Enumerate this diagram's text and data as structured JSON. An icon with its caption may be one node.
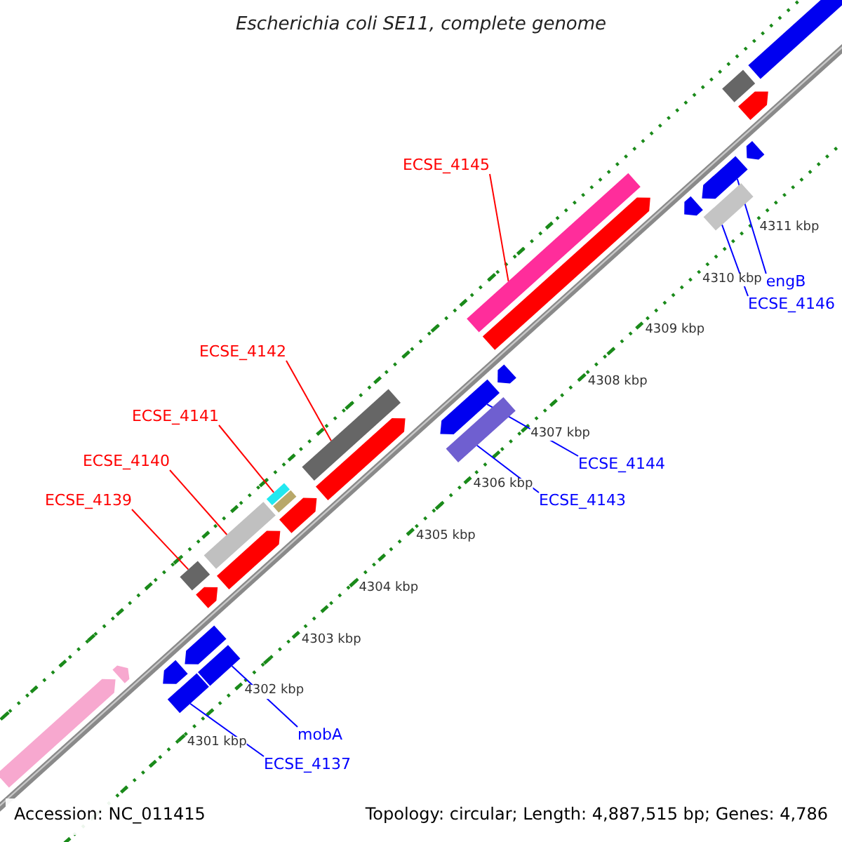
{
  "diagram": {
    "title": "Escherichia coli SE11, complete genome",
    "nodes": [
      {
        "text": [
          "ECSE_4145"
        ]
      },
      {
        "text": [
          "ECSE_4142"
        ]
      },
      {
        "text": [
          "ECSE_4141"
        ]
      },
      {
        "text": [
          "ECSE_4140"
        ]
      },
      {
        "text": [
          "ECSE_4139"
        ]
      },
      {
        "text": [
          "engB"
        ]
      },
      {
        "text": [
          "ECSE_4146"
        ]
      },
      {
        "text": [
          "ECSE_4144"
        ]
      },
      {
        "text": [
          "ECSE_4143"
        ]
      },
      {
        "text": [
          "mobA"
        ]
      },
      {
        "text": [
          "ECSE_4137"
        ]
      },
      {
        "text": [],
        "shape": "bar"
      },
      {
        "text": [],
        "shape": "bar"
      },
      {
        "text": [],
        "shape": "bar"
      },
      {
        "text": [],
        "shape": "bar"
      },
      {
        "text": [],
        "shape": "bar"
      },
      {
        "text": [],
        "shape": "arrow"
      },
      {
        "text": [],
        "shape": "bar"
      },
      {
        "text": [],
        "shape": "arrow"
      },
      {
        "text": [],
        "shape": "bar"
      },
      {
        "text": [],
        "shape": "bar"
      },
      {
        "text": [],
        "shape": "bar"
      },
      {
        "text": [],
        "shape": "arrow"
      },
      {
        "text": [],
        "shape": "arrow"
      },
      {
        "text": [],
        "shape": "arrow"
      },
      {
        "text": [],
        "shape": "arrow"
      },
      {
        "text": [],
        "shape": "arrow"
      },
      {
        "text": [],
        "shape": "arrow"
      },
      {
        "text": [],
        "shape": "arrow"
      },
      {
        "text": [],
        "shape": "arrow"
      },
      {
        "text": [],
        "shape": "bar"
      },
      {
        "text": [],
        "shape": "bar"
      },
      {
        "text": [],
        "shape": "arrow"
      },
      {
        "text": [],
        "shape": "arrow"
      },
      {
        "text": [],
        "shape": "arrow"
      },
      {
        "text": [],
        "shape": "arrow"
      },
      {
        "text": [],
        "shape": "arrow"
      },
      {
        "text": [],
        "shape": "arrow"
      }
    ],
    "edges": [
      {
        "from": 0,
        "to": 11,
        "arrow": "none",
        "color": "#ff0000"
      },
      {
        "from": 1,
        "to": 12,
        "arrow": "none",
        "color": "#ff0000"
      },
      {
        "from": 2,
        "to": 13,
        "arrow": "none",
        "color": "#ff0000"
      },
      {
        "from": 3,
        "to": 14,
        "arrow": "none",
        "color": "#ff0000"
      },
      {
        "from": 4,
        "to": 15,
        "arrow": "none",
        "color": "#ff0000"
      },
      {
        "from": 5,
        "to": 16,
        "arrow": "none"
      },
      {
        "from": 6,
        "to": 17,
        "arrow": "none"
      },
      {
        "from": 7,
        "to": 18,
        "arrow": "none"
      },
      {
        "from": 8,
        "to": 19,
        "arrow": "none"
      },
      {
        "from": 9,
        "to": 20,
        "arrow": "none"
      },
      {
        "from": 10,
        "to": 21,
        "arrow": "none"
      }
    ],
    "labels": [
      "4311 kbp",
      "4310 kbp",
      "4309 kbp",
      "4308 kbp",
      "4307 kbp",
      "4306 kbp",
      "4305 kbp",
      "4304 kbp",
      "4303 kbp",
      "4302 kbp",
      "4301 kbp",
      "Accession: NC_011415",
      "Topology: circular; Length: 4,887,515 bp; Genes: 4,786"
    ]
  }
}
